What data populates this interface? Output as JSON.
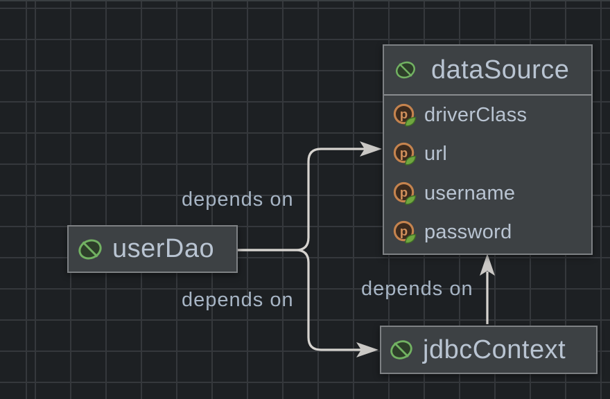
{
  "diagram": {
    "nodes": {
      "userDao": {
        "label": "userDao",
        "icon": "spring-bean-icon"
      },
      "dataSource": {
        "label": "dataSource",
        "icon": "spring-bean-icon",
        "property_icon": "spring-property-icon",
        "properties": [
          "driverClass",
          "url",
          "username",
          "password"
        ]
      },
      "jdbcContext": {
        "label": "jdbcContext",
        "icon": "spring-bean-icon"
      }
    },
    "edges": [
      {
        "from": "userDao",
        "to": "dataSource",
        "label": "depends on"
      },
      {
        "from": "userDao",
        "to": "jdbcContext",
        "label": "depends on"
      },
      {
        "from": "jdbcContext",
        "to": "dataSource",
        "label": "depends on"
      }
    ],
    "colors": {
      "background": "#1d2023",
      "grid_line": "#35383c",
      "node_fill": "#3d4144",
      "node_border": "#7e8184",
      "node_text": "#b9c4d2",
      "edge_line": "#d6d3cf",
      "arrowhead": "#cac8c5",
      "edge_label_text": "#a7b5c5",
      "bean_green": "#72b262",
      "bean_fill": "#2d3e29",
      "property_ring_orange": "#c5834e",
      "property_fill": "#3c2b1e",
      "property_letter": "#d2915c",
      "leaf_green": "#6fa63f"
    }
  }
}
